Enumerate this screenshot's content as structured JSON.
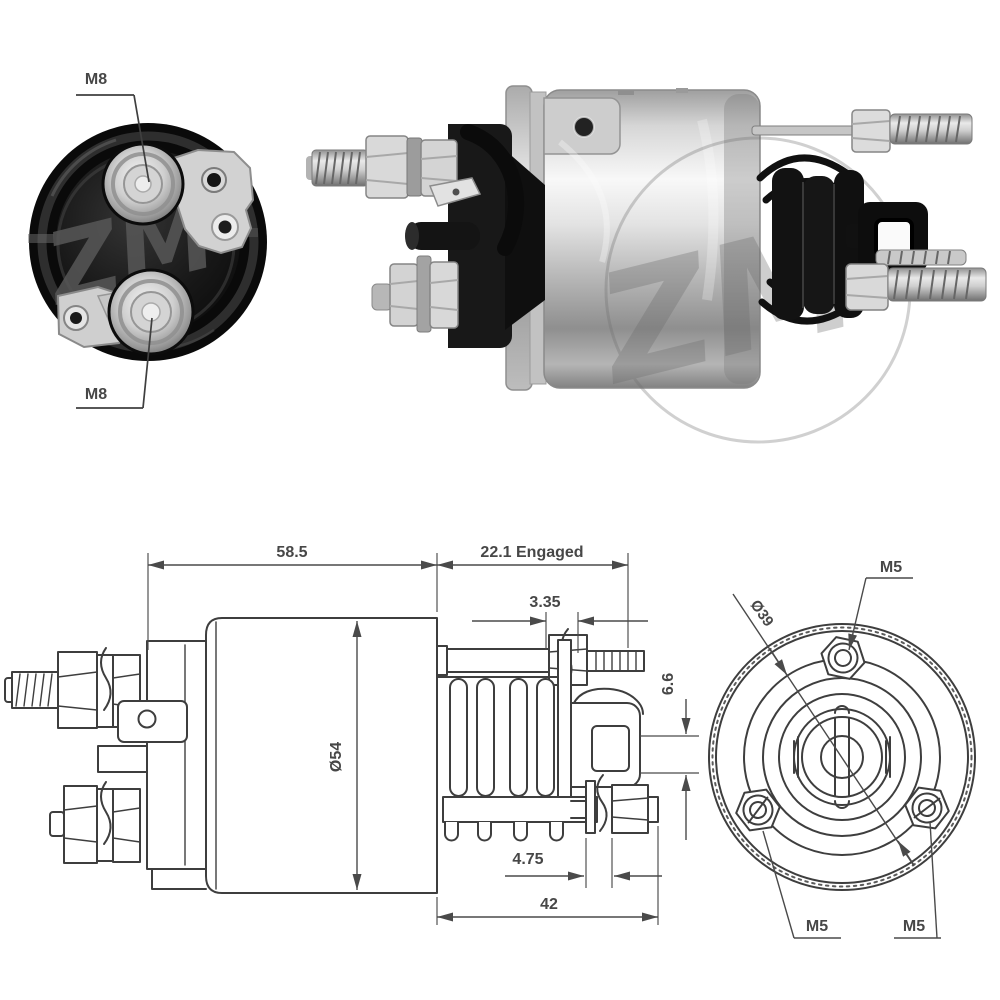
{
  "brand": {
    "watermark": "ZM"
  },
  "photo_back_view": {
    "terminal_top_label": "M8",
    "terminal_bottom_label": "M8"
  },
  "side_drawing": {
    "dims": {
      "body_length": "58.5",
      "engaged": "22.1 Engaged",
      "pin_clearance": "3.35",
      "body_diameter": "Ø54",
      "hook_slot": "6.6",
      "washer_offset": "4.75",
      "front_length": "42"
    }
  },
  "end_drawing": {
    "bolt_circle": "Ø39",
    "m5_top": "M5",
    "m5_bottom_left": "M5",
    "m5_bottom_right": "M5"
  }
}
